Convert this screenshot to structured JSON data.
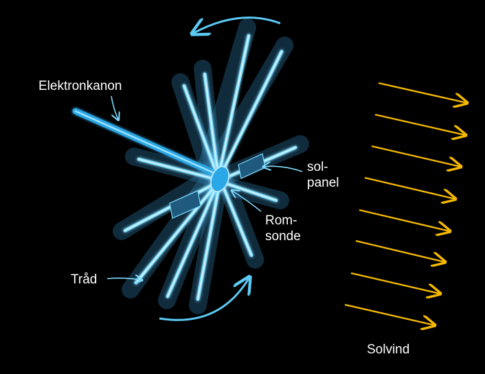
{
  "labels": {
    "electron_gun": "Elektronkanon",
    "solar_panel_line1": "sol-",
    "solar_panel_line2": "panel",
    "space_probe_line1": "Rom-",
    "space_probe_line2": "sonde",
    "wire": "Tråd",
    "solar_wind": "Solvind"
  },
  "colors": {
    "background": "#000000",
    "wire_glow": "#7fdcff",
    "wire_core": "#bff0ff",
    "halo_dashes": "#2f7aa8",
    "probe_body": "#2aa7e6",
    "solar_panel": "#1f5a7e",
    "solar_wind_arrows": "#f5b800",
    "label_text": "#ffffff",
    "rotation_arrows": "#5ccbf5"
  },
  "icons": {
    "rotation_top": "curved-arrow-counterclockwise",
    "rotation_bottom": "curved-arrow-clockwise",
    "solar_wind": "arrow-left"
  }
}
